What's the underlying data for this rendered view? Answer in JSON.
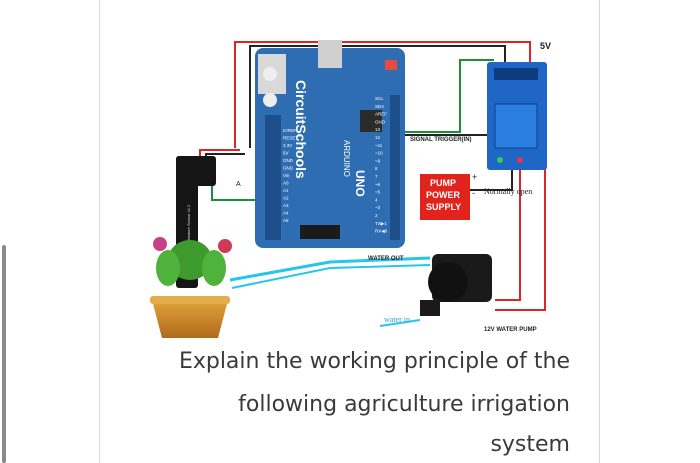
{
  "diagram": {
    "label_5v": "5V",
    "board_brand": "CircuitSchools",
    "board_model": "UNO",
    "board_name": "ARDUINO",
    "signal_trigger": "SIGNAL TRIGGER(IN)",
    "pump_power_supply": [
      "PUMP",
      "POWER",
      "SUPPLY"
    ],
    "normally_open": "Normally open",
    "water_out": "WATER OUT",
    "water_in": "water in",
    "water_pump": "12V WATER PUMP",
    "sensor_text": "Capacitive Soil Moisture Sensor v1.2",
    "sensor_pin_a": "A",
    "power_pins": [
      "IOREF",
      "RESET",
      "3.3V",
      "5V",
      "GND",
      "GND",
      "Vin"
    ],
    "analog_pins": [
      "A0",
      "A1",
      "A2",
      "A3",
      "A4",
      "A5"
    ],
    "digital_pins": [
      "SCL",
      "SDA",
      "AREF",
      "GND",
      "13",
      "12",
      "~11",
      "~10",
      "~9",
      "8",
      "7",
      "~6",
      "~5",
      "4",
      "~3",
      "2",
      "TX▶1",
      "RX◀0"
    ],
    "plus_sign": "+",
    "minus_sign": "-"
  },
  "question": {
    "line1": "Explain the working principle of the",
    "line2": "following  agriculture irrigation",
    "line3": "system"
  },
  "colors": {
    "arduino_blue": "#2f6db3",
    "relay_blue": "#1f66c7",
    "pump_label_red": "#e0231c",
    "wire_red": "#d8262b",
    "wire_cyan": "#26c6e8"
  }
}
